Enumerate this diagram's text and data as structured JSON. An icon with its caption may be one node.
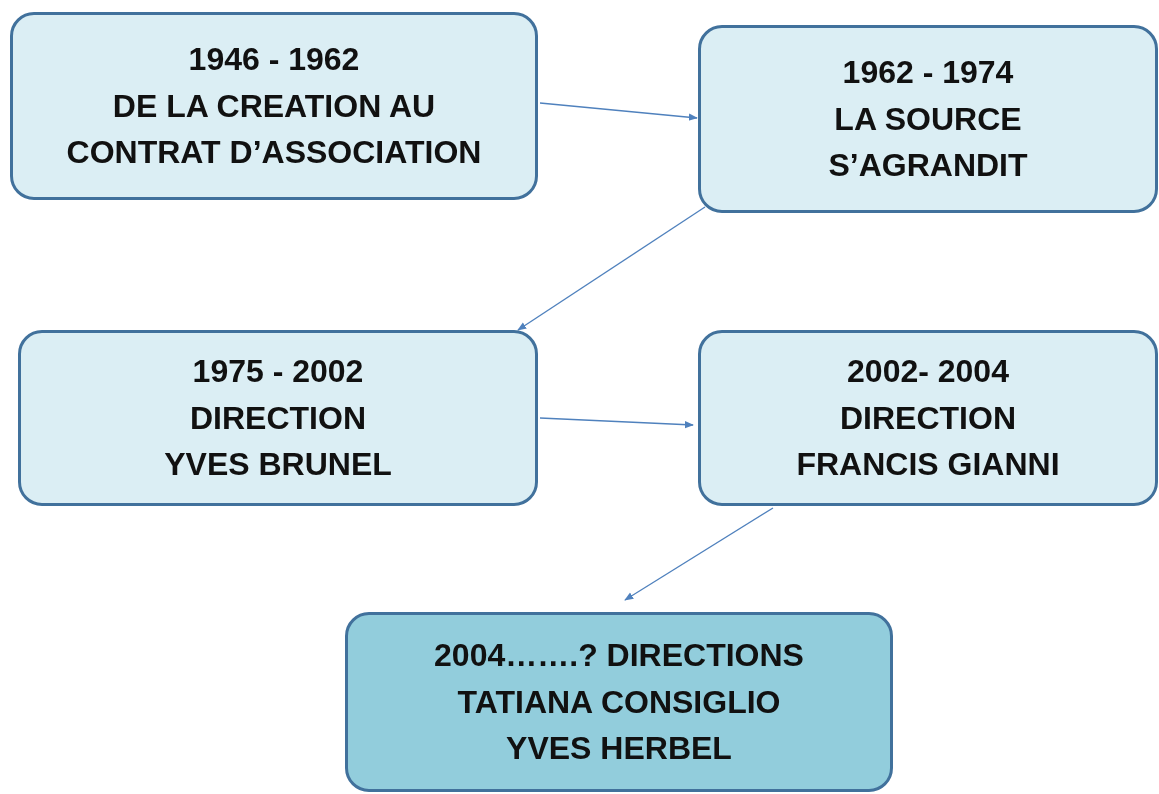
{
  "diagram": {
    "nodes": [
      {
        "text": [
          "1946 - 1962",
          "DE LA CREATION AU CONTRAT D’ASSOCIATION"
        ]
      },
      {
        "text": [
          "1962 - 1974",
          "LA SOURCE S’AGRANDIT"
        ]
      },
      {
        "text": [
          "1975 - 2002",
          "DIRECTION YVES BRUNEL"
        ]
      },
      {
        "text": [
          "2002- 2004",
          "DIRECTION FRANCIS GIANNI"
        ]
      },
      {
        "text": [
          "2004…….? DIRECTIONS",
          "TATIANA CONSIGLIO YVES HERBEL"
        ]
      }
    ],
    "edges": [
      {
        "from": 0,
        "to": 1,
        "arrow": "to"
      },
      {
        "from": 1,
        "to": 2,
        "arrow": "to"
      },
      {
        "from": 2,
        "to": 3,
        "arrow": "to"
      },
      {
        "from": 3,
        "to": 4,
        "arrow": "to"
      }
    ]
  }
}
